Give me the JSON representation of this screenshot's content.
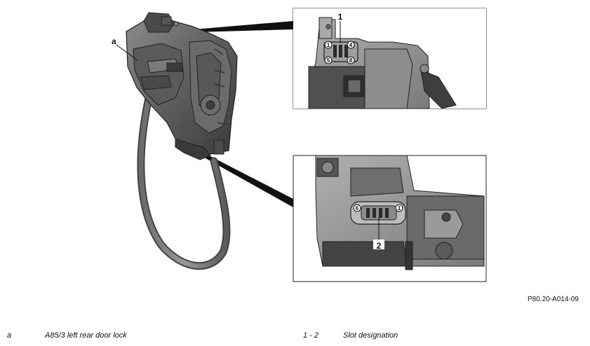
{
  "figure": {
    "label_a": "a",
    "callout_1": "1",
    "callout_2": "2",
    "pin_labels_top": [
      "1",
      "4",
      "5",
      "8"
    ],
    "pin_labels_bottom": [
      "6",
      "1"
    ],
    "figure_code": "P80.20-A014-09"
  },
  "legend": {
    "item_a_key": "a",
    "item_a_text": "A85/3 left rear door lock",
    "item_b_key": "1 - 2",
    "item_b_text": "Slot designation"
  }
}
